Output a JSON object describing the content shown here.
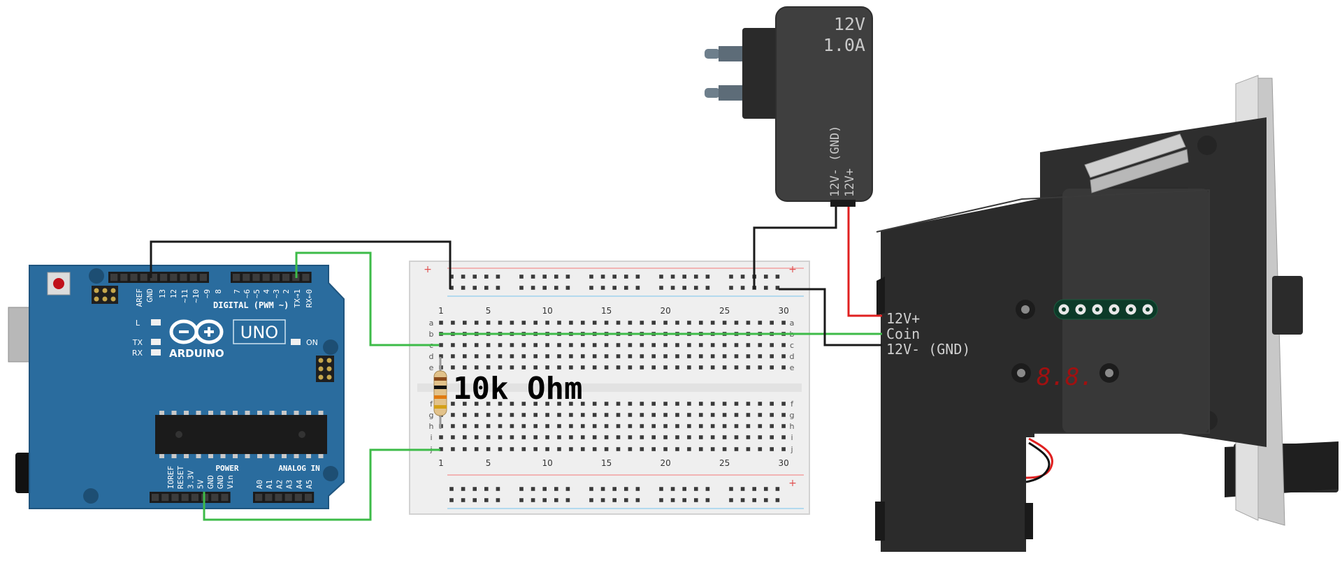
{
  "arduino": {
    "header_top": {
      "aref": "AREF",
      "gnd": "GND",
      "pins": [
        "13",
        "12",
        "~11",
        "~10",
        "~9",
        "8",
        "7",
        "~6",
        "~5",
        "4",
        "~3",
        "2",
        "TX→1",
        "RX←0"
      ],
      "digital_label": "DIGITAL (PWM ~)"
    },
    "leds": {
      "l": "L",
      "tx": "TX",
      "rx": "RX",
      "on": "ON"
    },
    "logo_text": "ARDUINO",
    "model": "UNO",
    "power_title": "POWER",
    "power_pins": [
      "IOREF",
      "RESET",
      "3.3V",
      "5V",
      "GND",
      "GND",
      "Vin"
    ],
    "analog_title": "ANALOG IN",
    "analog_pins": [
      "A0",
      "A1",
      "A2",
      "A3",
      "A4",
      "A5"
    ]
  },
  "breadboard": {
    "column_labels": [
      "1",
      "5",
      "10",
      "15",
      "20",
      "25",
      "30"
    ],
    "row_labels_top": [
      "a",
      "b",
      "c",
      "d",
      "e"
    ],
    "row_labels_bottom": [
      "f",
      "g",
      "h",
      "i",
      "j"
    ],
    "rail_plus": "+"
  },
  "resistor": {
    "label": "10k Ohm"
  },
  "adapter": {
    "voltage": "12V",
    "current": "1.0A",
    "pin_gnd": "12V- (GND)",
    "pin_pos": "12V+"
  },
  "coin_acceptor": {
    "pin_labels": [
      "12V+",
      "Coin",
      "12V- (GND)"
    ],
    "display": "8.8."
  },
  "colors": {
    "board_blue": "#2a6c9e",
    "wire_green": "#3dbb48",
    "wire_black": "#1a1a1a",
    "wire_red": "#e02020",
    "adapter_body": "#3f3f3f",
    "acceptor_body": "#2b2b2b",
    "display_red": "#a01010"
  }
}
